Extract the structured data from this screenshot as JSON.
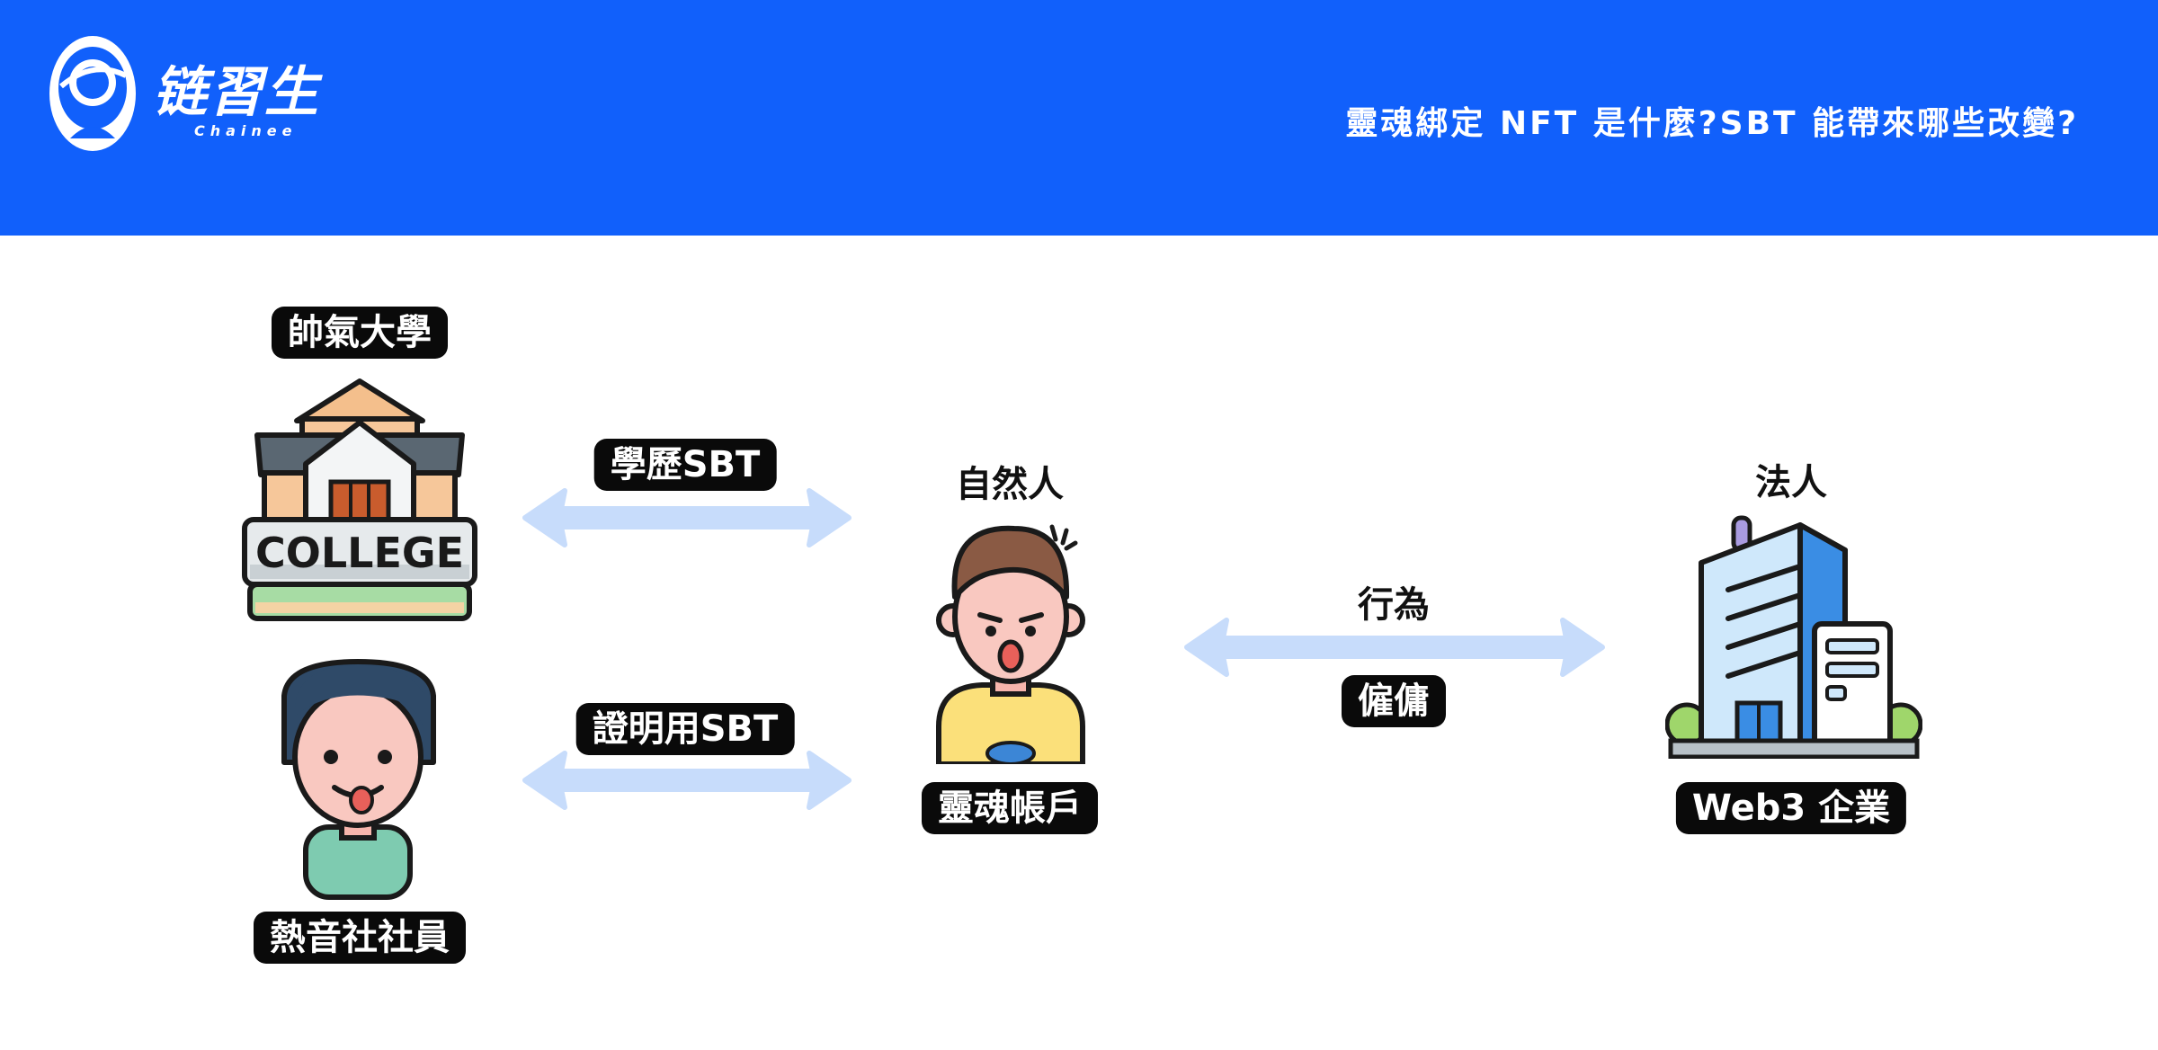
{
  "header": {
    "logo_text": "链習生",
    "logo_sub": "Chainee",
    "title": "靈魂綁定 NFT 是什麼?SBT 能帶來哪些改變?"
  },
  "diagram": {
    "college_label": "帥氣大學",
    "college_sign": "COLLEGE",
    "member_label": "熱音社社員",
    "edu_sbt_label": "學歷SBT",
    "proof_sbt_label": "證明用SBT",
    "natural_person_label": "自然人",
    "soul_account_label": "靈魂帳戶",
    "behavior_label": "行為",
    "employ_label": "僱傭",
    "legal_person_label": "法人",
    "company_label": "Web3 企業"
  },
  "colors": {
    "header_bg": "#1160fb",
    "arrow": "#c7dcfb",
    "label_bg": "#0a0a0a"
  }
}
